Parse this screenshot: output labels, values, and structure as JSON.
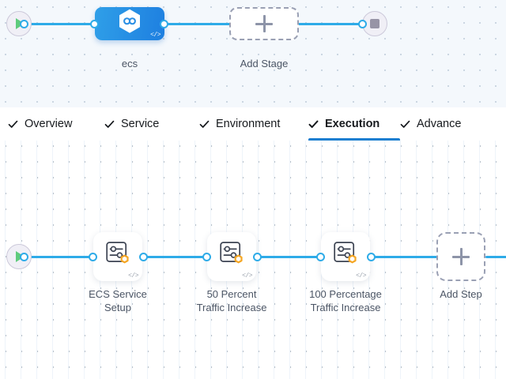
{
  "stage_canvas": {
    "start_node": {
      "name": "pipeline-start",
      "icon": "play-icon"
    },
    "end_node": {
      "name": "pipeline-end",
      "icon": "stop-icon"
    },
    "stage": {
      "label": "ecs",
      "icon": "infinity-hexagon-icon",
      "code_badge": "</>"
    },
    "add_stage": {
      "label": "Add Stage",
      "icon": "plus-icon"
    }
  },
  "tabs": [
    {
      "label": "Overview",
      "icon": "check-icon",
      "active": false
    },
    {
      "label": "Service",
      "icon": "check-icon",
      "active": false
    },
    {
      "label": "Environment",
      "icon": "check-icon",
      "active": false
    },
    {
      "label": "Execution",
      "icon": "check-icon",
      "active": true
    },
    {
      "label": "Advance",
      "icon": "check-icon",
      "active": false
    }
  ],
  "execution_canvas": {
    "start_node": {
      "name": "execution-start",
      "icon": "play-icon"
    },
    "steps": [
      {
        "label": "ECS Service\nSetup",
        "icon": "settings-sliders-icon",
        "badge": "aws-hexagon-badge",
        "code_badge": "</>"
      },
      {
        "label": "50 Percent\nTraffic Increase",
        "icon": "settings-sliders-icon",
        "badge": "aws-hexagon-badge",
        "code_badge": "</>"
      },
      {
        "label": "100 Percentage\nTraffic Increase",
        "icon": "settings-sliders-icon",
        "badge": "aws-hexagon-badge",
        "code_badge": "</>"
      }
    ],
    "add_step": {
      "label": "Add Step",
      "icon": "plus-icon"
    }
  },
  "colors": {
    "connector": "#2eabe8",
    "active_tab_underline": "#1a7ed0",
    "stage_node": "#1e7fe0",
    "badge_orange": "#f5a623",
    "play_green": "#5ecb7c",
    "stage_canvas_bg": "#f4f8fc",
    "exec_canvas_bg": "#ffffff",
    "label_text": "#4b5565"
  }
}
